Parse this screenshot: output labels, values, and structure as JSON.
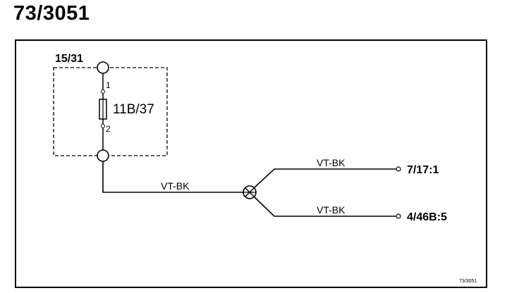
{
  "page_title": "73/3051",
  "diagram": {
    "supply_label": "15/31",
    "fuse": {
      "label": "11B/37",
      "pin_top": "1",
      "pin_bottom": "2"
    },
    "wires": {
      "main": "VT-BK",
      "branch_upper": "VT-BK",
      "branch_lower": "VT-BK"
    },
    "terminals": {
      "upper": "7/17:1",
      "lower": "4/46B:5"
    },
    "footer_ref": "73/3051"
  }
}
